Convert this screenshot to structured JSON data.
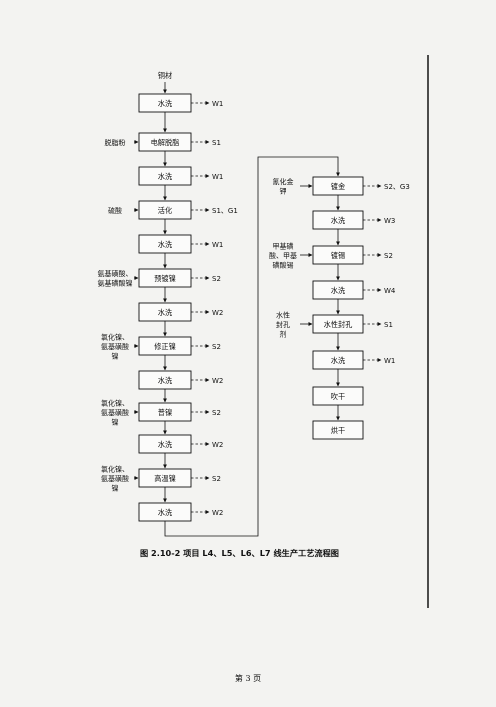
{
  "diagram": {
    "input_label": "铜材",
    "left_chain": [
      {
        "label": "水洗",
        "side_output": "W1"
      },
      {
        "label": "电解脱脂",
        "side_input": [
          "脱脂粉"
        ],
        "side_output": "S1"
      },
      {
        "label": "水洗",
        "side_output": "W1"
      },
      {
        "label": "活化",
        "side_input": [
          "硫酸"
        ],
        "side_output": "S1、G1"
      },
      {
        "label": "水洗",
        "side_output": "W1"
      },
      {
        "label": "预镀镍",
        "side_input": [
          "氨基磺酸、",
          "氨基磺酸镍"
        ],
        "side_output": "S2"
      },
      {
        "label": "水洗",
        "side_output": "W2"
      },
      {
        "label": "修正镍",
        "side_input": [
          "氯化镍、",
          "氨基磺酸",
          "镍"
        ],
        "side_output": "S2"
      },
      {
        "label": "水洗",
        "side_output": "W2"
      },
      {
        "label": "普镍",
        "side_input": [
          "氯化镍、",
          "氨基磺酸",
          "镍"
        ],
        "side_output": "S2"
      },
      {
        "label": "水洗",
        "side_output": "W2"
      },
      {
        "label": "高温镍",
        "side_input": [
          "氯化镍、",
          "氨基磺酸",
          "镍"
        ],
        "side_output": "S2"
      },
      {
        "label": "水洗",
        "side_output": "W2"
      }
    ],
    "right_chain": [
      {
        "label": "镀金",
        "side_input": [
          "氰化金",
          "钾"
        ],
        "side_output": "S2、G3"
      },
      {
        "label": "水洗",
        "side_output": "W3"
      },
      {
        "label": "镀锡",
        "side_input": [
          "甲基磺",
          "酸、甲基",
          "磺酸锡"
        ],
        "side_output": "S2"
      },
      {
        "label": "水洗",
        "side_output": "W4"
      },
      {
        "label": "水性封孔",
        "side_input": [
          "水性",
          "封孔",
          "剂"
        ],
        "side_output": "S1"
      },
      {
        "label": "水洗",
        "side_output": "W1"
      },
      {
        "label": "吹干"
      },
      {
        "label": "烘干"
      }
    ]
  },
  "caption": "图 2.10-2  项目 L4、L5、L6、L7 线生产工艺流程图",
  "page_number": "第 3 页"
}
